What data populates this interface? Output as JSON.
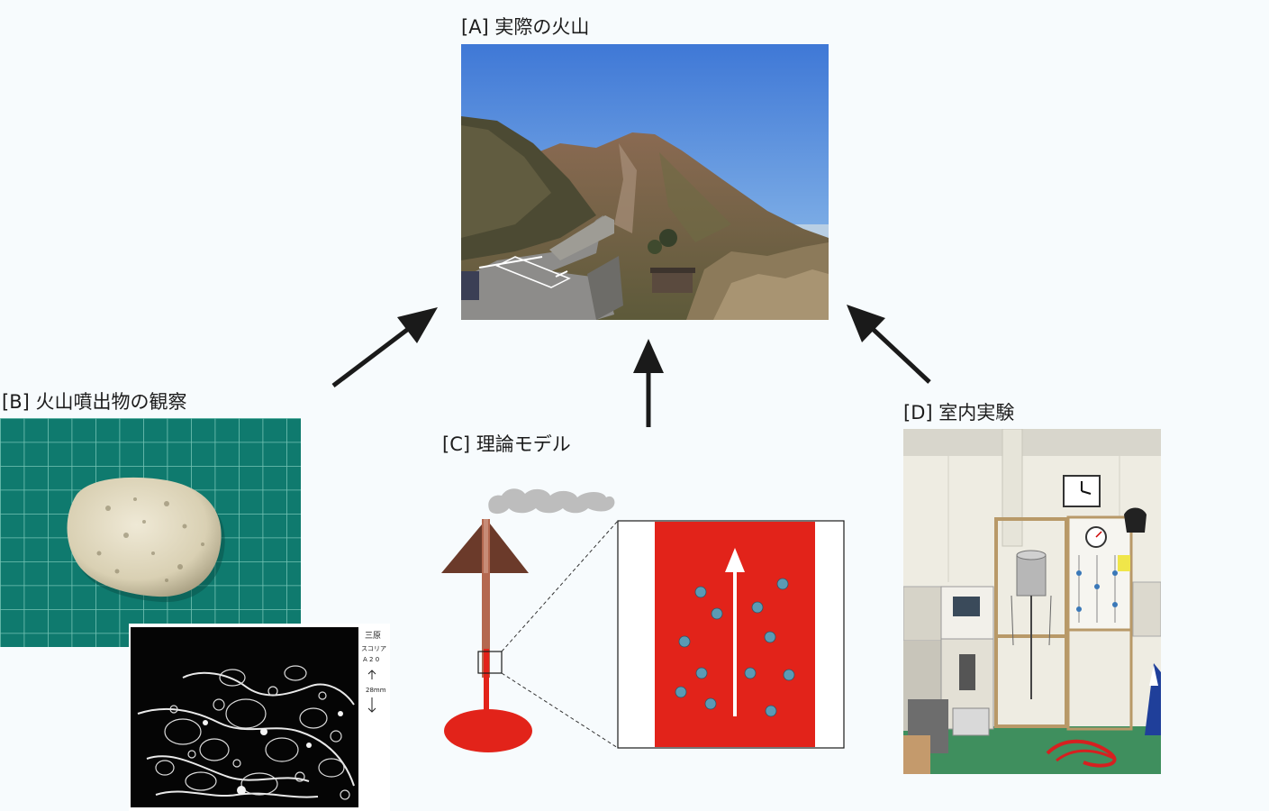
{
  "panels": {
    "a": {
      "label": "[A] 実際の火山"
    },
    "b": {
      "label": "[B] 火山噴出物の観察"
    },
    "c": {
      "label": "[C] 理論モデル"
    },
    "d": {
      "label": "[D] 室内実験"
    }
  },
  "thin_section": {
    "note_line1": "三原",
    "note_line2": "スコリア",
    "note_line3": "A 2 0",
    "scale_text": "28mm"
  },
  "colors": {
    "magma_red": "#e2231a",
    "cone_brown": "#6b3a2a",
    "conduit": "#b4684f",
    "bubble": "#5b9ab4",
    "arrow": "#1a1a1a",
    "smoke": "#bdbdbd"
  }
}
